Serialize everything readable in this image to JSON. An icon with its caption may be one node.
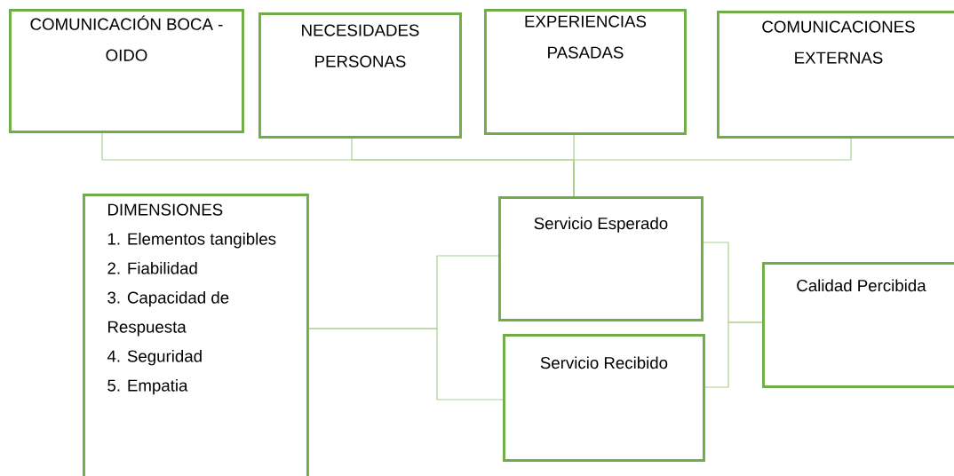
{
  "diagram": {
    "nodes": [
      {
        "text": [
          "COMUNICACIÓN BOCA - OIDO"
        ]
      },
      {
        "text": [
          "NECESIDADES PERSONAS"
        ]
      },
      {
        "text": [
          "EXPERIENCIAS PASADAS"
        ]
      },
      {
        "text": [
          "COMUNICACIONES EXTERNAS"
        ]
      },
      {
        "text": [
          "DIMENSIONES",
          "1. Elementos tangibles",
          "2. Fiabilidad",
          "3. Capacidad de Respuesta",
          "4. Seguridad",
          "5. Empatia"
        ]
      },
      {
        "text": [
          "Servicio Esperado"
        ]
      },
      {
        "text": [
          "Servicio Recibido"
        ]
      },
      {
        "text": [
          "Calidad Percibida"
        ]
      }
    ],
    "edges": [
      {
        "from": 0,
        "to": 5,
        "arrow": "none"
      },
      {
        "from": 1,
        "to": 5,
        "arrow": "none"
      },
      {
        "from": 2,
        "to": 5,
        "arrow": "none"
      },
      {
        "from": 3,
        "to": 5,
        "arrow": "none"
      },
      {
        "from": 4,
        "to": 5,
        "arrow": "none"
      },
      {
        "from": 4,
        "to": 6,
        "arrow": "none"
      },
      {
        "from": 5,
        "to": 7,
        "arrow": "none"
      },
      {
        "from": 6,
        "to": 7,
        "arrow": "none"
      }
    ]
  }
}
